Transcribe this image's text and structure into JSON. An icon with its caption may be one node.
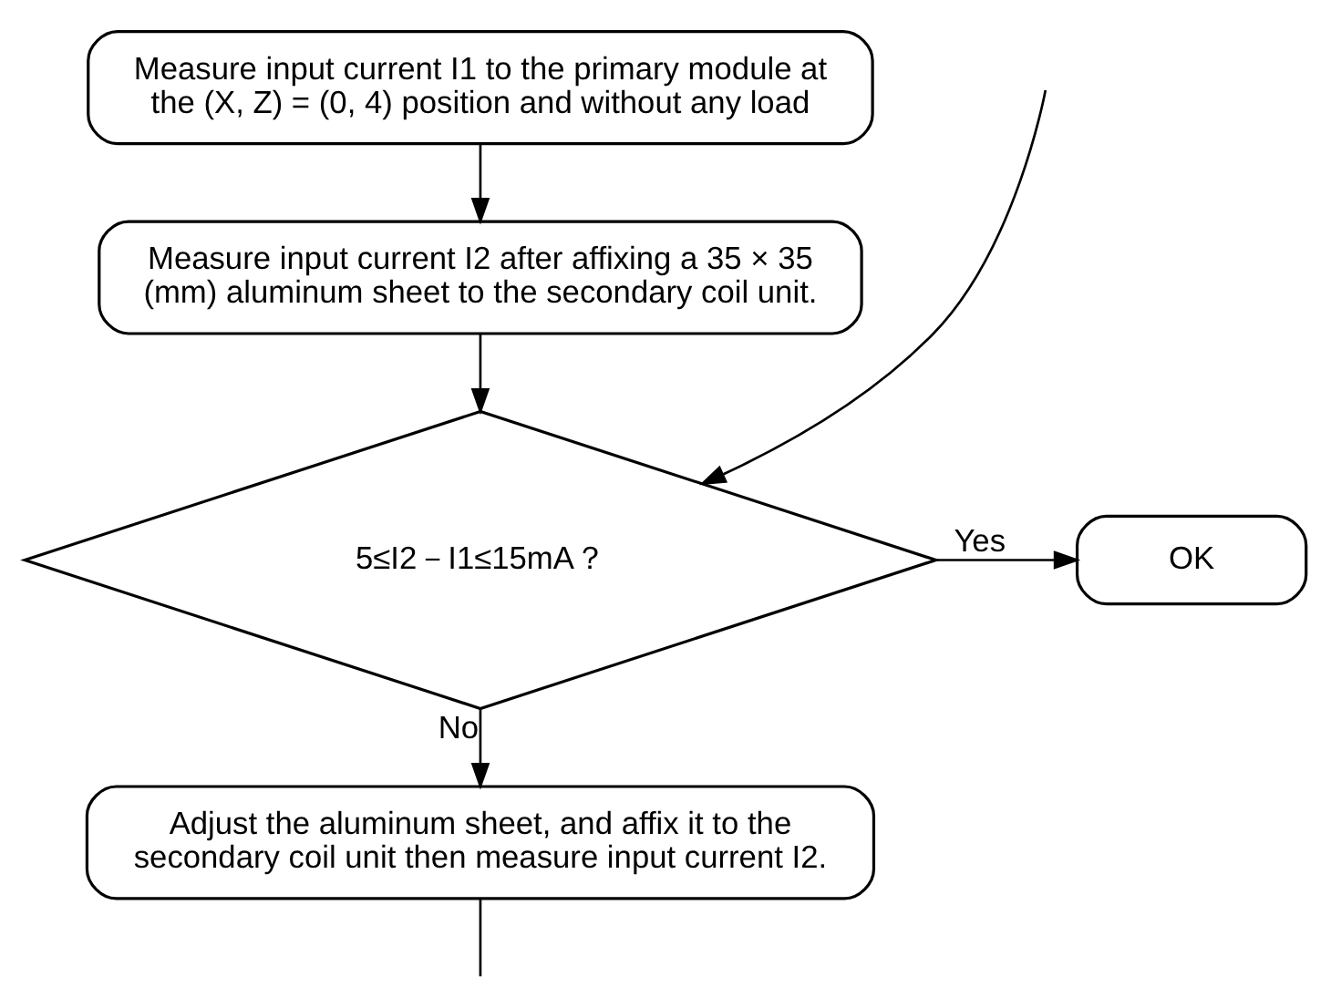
{
  "diagram": {
    "nodes": [
      {
        "text": [
          "Measure input current I1 to the primary module at the (X, Z) = (0, 4) position and without any load"
        ]
      },
      {
        "text": [
          "Measure input current I2 after affixing a 35 × 35 (mm) aluminum sheet to the secondary coil unit."
        ]
      },
      {
        "text": [
          "5≤I2－I1≤15mA？"
        ]
      },
      {
        "text": [
          "OK"
        ]
      },
      {
        "text": [
          "Adjust the aluminum sheet, and affix it to the secondary coil unit then measure input current I2."
        ]
      }
    ],
    "edges": [
      {
        "from": 0,
        "to": 1,
        "arrow": "to"
      },
      {
        "from": 1,
        "to": 2,
        "arrow": "to"
      },
      {
        "from": 2,
        "to": 3,
        "arrow": "to",
        "label": "Yes"
      },
      {
        "from": 2,
        "to": 4,
        "arrow": "to",
        "label": "No"
      },
      {
        "from": 4,
        "to": null,
        "arrow": "none"
      },
      {
        "from": null,
        "to": 2,
        "arrow": "to"
      }
    ]
  }
}
